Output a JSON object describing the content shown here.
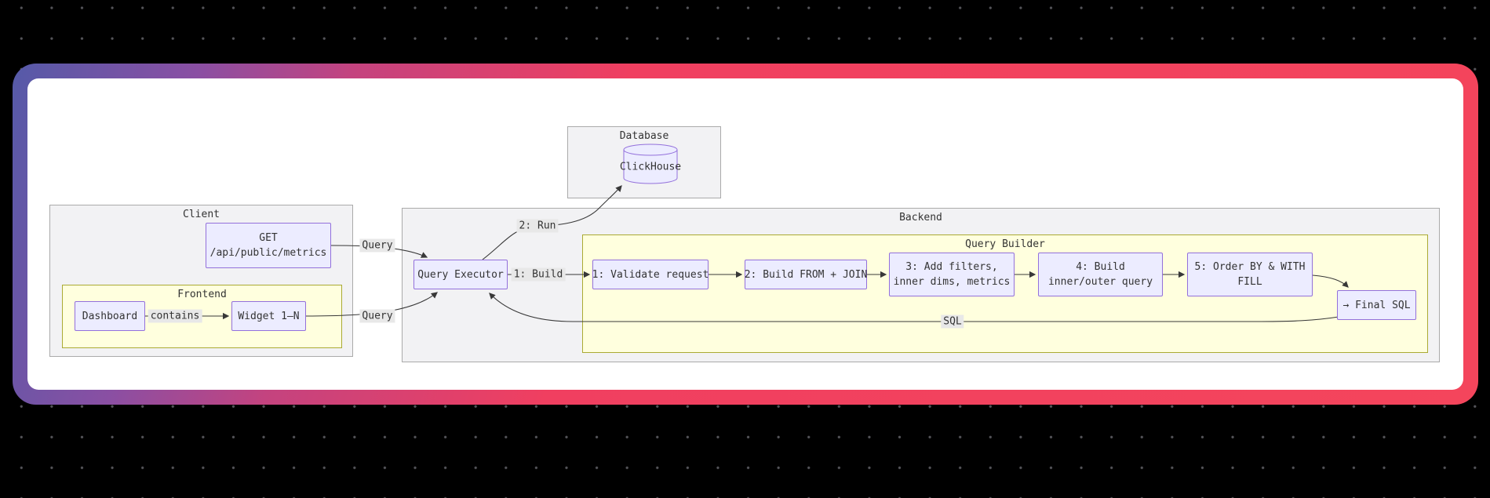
{
  "canvas": {
    "background": "#000000",
    "dot_color": "#55555a"
  },
  "card": {
    "background": "#ffffff",
    "border_gradient": [
      "#555aa8",
      "#8a4fa3",
      "#c4437f",
      "#f03f60",
      "#f4455c"
    ]
  },
  "colors": {
    "node_fill": "#ececff",
    "node_border": "#9370db",
    "cluster_fill": "#f2f2f4",
    "cluster_border": "#aaaaaa",
    "subgroup_fill": "#ffffde",
    "subgroup_border": "#aaaa33",
    "edge": "#383838",
    "edge_label_bg": "#e8e8e8",
    "text": "#333333"
  },
  "diagram": {
    "clusters": {
      "database": {
        "label": "Database"
      },
      "client": {
        "label": "Client"
      },
      "frontend": {
        "label": "Frontend"
      },
      "backend": {
        "label": "Backend"
      },
      "query_builder": {
        "label": "Query Builder"
      }
    },
    "nodes": {
      "get": {
        "line1": "GET",
        "line2": "/api/public/metrics"
      },
      "dashboard": {
        "label": "Dashboard"
      },
      "widget": {
        "label": "Widget 1–N"
      },
      "clickhouse": {
        "label": "ClickHouse"
      },
      "query_executor": {
        "label": "Query Executor"
      },
      "qb1": {
        "label": "1: Validate request"
      },
      "qb2": {
        "label": "2: Build FROM + JOIN"
      },
      "qb3": {
        "line1": "3: Add filters,",
        "line2": "inner dims, metrics"
      },
      "qb4": {
        "line1": "4: Build",
        "line2": "inner/outer query"
      },
      "qb5": {
        "line1": "5: Order BY & WITH",
        "line2": "FILL"
      },
      "final_sql": {
        "label": "→ Final SQL"
      }
    },
    "edge_labels": {
      "query_top": "Query",
      "query_bottom": "Query",
      "contains": "contains",
      "run": "2: Run",
      "build": "1: Build",
      "sql": "SQL"
    }
  }
}
